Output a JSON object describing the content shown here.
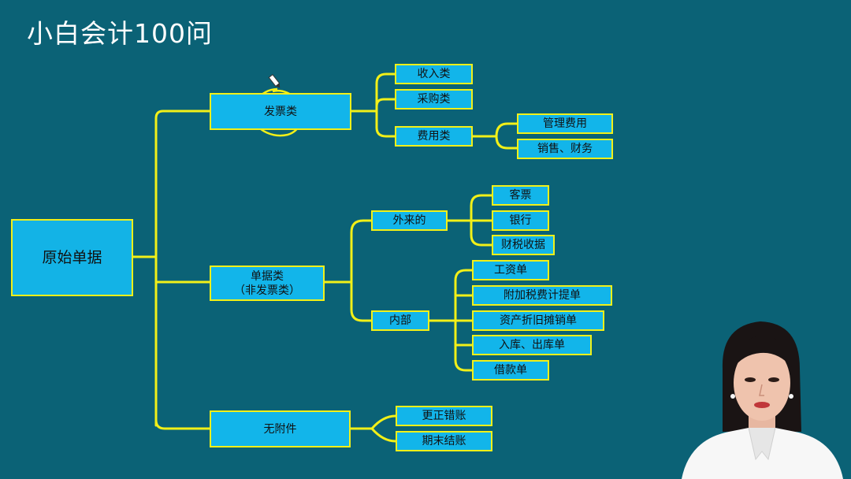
{
  "title": "小白会计100问",
  "colors": {
    "background": "#0b6276",
    "node_fill": "#12b5ea",
    "line": "#f2f018"
  },
  "diagram": {
    "root": "原始单据",
    "invoice": {
      "label": "发票类",
      "children": {
        "income": "收入类",
        "purchase": "采购类",
        "expense": "费用类"
      },
      "expense_children": {
        "management": "管理费用",
        "sales": "销售、财务"
      }
    },
    "documents": {
      "label": "单据类\n（非发票类）",
      "external": {
        "label": "外来的",
        "children": {
          "ticket": "客票",
          "bank": "银行",
          "fiscal": "财税收据"
        }
      },
      "internal": {
        "label": "内部",
        "children": {
          "payroll": "工资单",
          "surtax": "附加税费计提单",
          "depreciation": "资产折旧摊销单",
          "warehouse": "入库、出库单",
          "loan": "借款单"
        }
      }
    },
    "no_attachment": {
      "label": "无附件",
      "children": {
        "correction": "更正错账",
        "closing": "期末结账"
      }
    }
  }
}
